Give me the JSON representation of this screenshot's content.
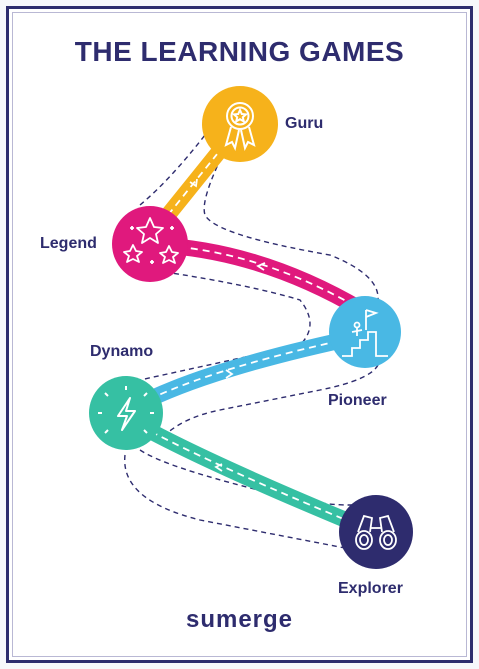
{
  "title": "THE LEARNING GAMES",
  "brand": "sumerge",
  "levels": {
    "guru": {
      "label": "Guru",
      "color": "#f6b21b",
      "icon": "award-badge-icon"
    },
    "legend": {
      "label": "Legend",
      "color": "#e0197d",
      "icon": "stars-icon"
    },
    "pioneer": {
      "label": "Pioneer",
      "color": "#49b8e4",
      "icon": "summit-flag-icon"
    },
    "dynamo": {
      "label": "Dynamo",
      "color": "#36c0a3",
      "icon": "lightning-bolt-icon"
    },
    "explorer": {
      "label": "Explorer",
      "color": "#2e2c6e",
      "icon": "binoculars-icon"
    }
  },
  "colors": {
    "navy": "#2e2c6e"
  }
}
